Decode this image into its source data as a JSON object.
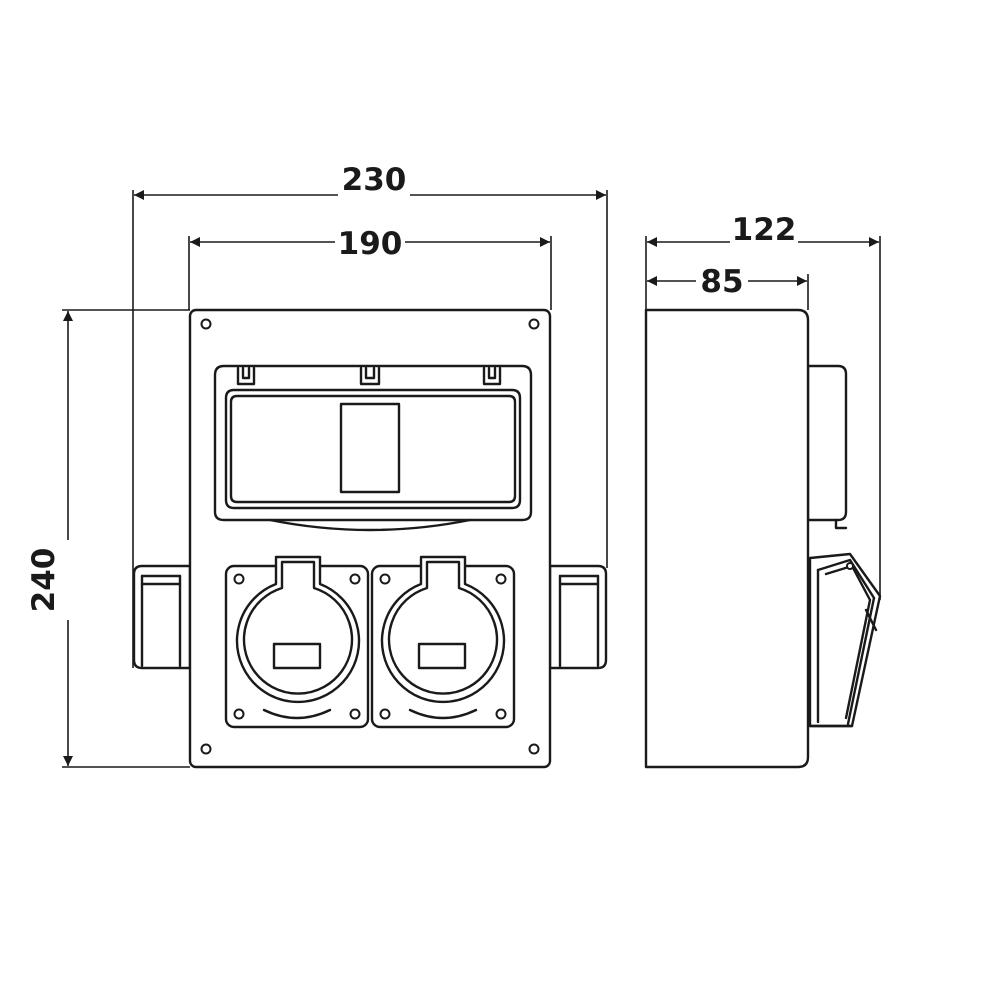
{
  "dimensions": {
    "overall_width": "230",
    "body_width": "190",
    "height": "240",
    "overall_depth": "122",
    "body_depth": "85"
  },
  "colors": {
    "line": "#1a1a1a",
    "background": "#ffffff"
  }
}
